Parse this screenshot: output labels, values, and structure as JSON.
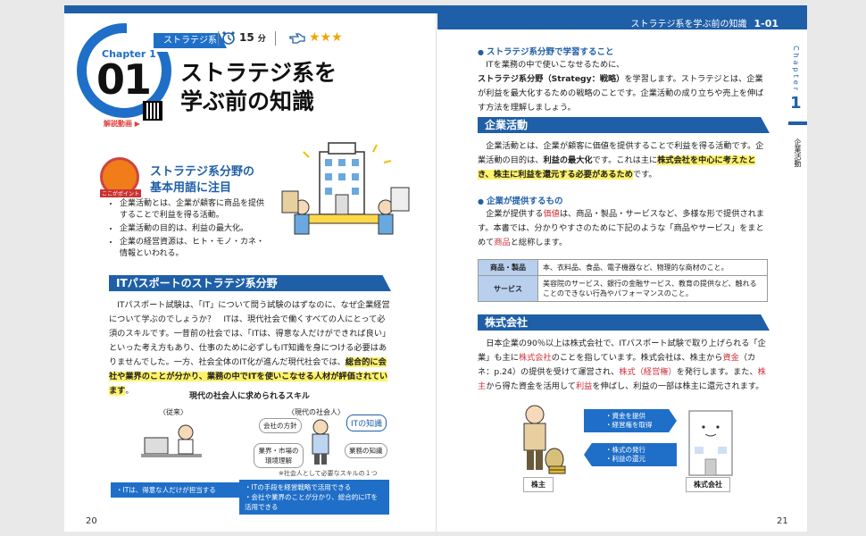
{
  "running_head": {
    "title": "ストラテジ系を学ぶ前の知識",
    "number": "1-01"
  },
  "chapter": {
    "label": "Chapter 1",
    "number": "01",
    "category": "ストラテジ系",
    "title_line1": "ストラテジ系を",
    "title_line2": "学ぶ前の知識",
    "video_label": "解説動画 ▶"
  },
  "meta": {
    "time": "15",
    "time_unit": "分",
    "stars": "★★★",
    "difficulty_stars": 3
  },
  "point": {
    "icon_label": "ここがポイント",
    "title_line1": "ストラテジ系分野の",
    "title_line2": "基本用語に注目",
    "bullets": [
      "企業活動とは、企業が顧客に商品を提供することで利益を得る活動。",
      "企業活動の目的は、利益の最大化。",
      "企業の経営資源は、ヒト・モノ・カネ・情報といわれる。"
    ]
  },
  "section1": {
    "title": "ITパスポートのストラテジ系分野",
    "p1": "ITパスポート試験は、「IT」について問う試験のはずなのに、なぜ企業経営について学ぶのでしょうか？　ITは、現代社会で働くすべての人にとって必須のスキルです。一昔前の社会では、「ITは、得意な人だけができれば良い」といった考え方もあり、仕事のために必ずしもIT知識を身につける必要はありませんでした。一方、社会全体のIT化が進んだ現代社会では、",
    "p1_mark": "総合的に会社や業界のことが分かり、業務の中でITを使いこなせる人材が評価されています",
    "p1_end": "。"
  },
  "diagram": {
    "title": "現代の社会人に求められるスキル",
    "past_label": "〈従来〉",
    "now_label": "〈現代の社会人〉",
    "skill_company": "会社の方針",
    "skill_it": "ITの知識",
    "skill_market": "業界・市場の環境理解",
    "skill_business": "業務の知識",
    "note": "※社会人として必要なスキルの１つ",
    "past_box": "・ITは、得意な人だけが担当する",
    "now_box_1": "・ITの手段を経営戦略で活用できる",
    "now_box_2": "・会社や業界のことが分かり、総合的にITを活用できる"
  },
  "page_left": "20",
  "page_right": "21",
  "right": {
    "sub1": "ストラテジ系分野で学習すること",
    "sub1_text_a": "ITを業務の中で使いこなせるために、",
    "sub1_text_b": "ストラテジ系分野（Strategy：戦略）",
    "sub1_text_c": "を学習します。ストラテジとは、企業が利益を最大化するための戦略のことです。企業活動の成り立ちや売上を伸ばす方法を理解しましょう。",
    "sec2_title": "企業活動",
    "sec2_text_a": "企業活動とは、企業が顧客に価値を提供することで利益を得る活動です。企業活動の目的は、",
    "sec2_bold": "利益の最大化",
    "sec2_text_b": "です。これは主に",
    "sec2_mark": "株式会社を中心に考えたとき、株主に利益を還元する必要があるため",
    "sec2_text_c": "です。",
    "sub2": "企業が提供するもの",
    "sub2_text_a": "企業が提供する",
    "sub2_red1": "価値",
    "sub2_text_b": "は、商品・製品・サービスなど、多様な形で提供されます。本書では、分かりやすさのために下記のような「商品やサービス」をまとめて",
    "sub2_red2": "商品",
    "sub2_text_c": "と総称します。",
    "table": [
      {
        "head": "商品・製品",
        "body": "本、衣料品、食品、電子機器など、物理的な商材のこと。"
      },
      {
        "head": "サービス",
        "body": "美容院のサービス、銀行の金融サービス、教育の提供など、触れることのできない行為やパフォーマンスのこと。"
      }
    ],
    "sec3_title": "株式会社",
    "sec3_text_a": "日本企業の90％以上は株式会社で、ITパスポート試験で取り上げられる「企業」も主に",
    "sec3_red1": "株式会社",
    "sec3_text_b": "のことを指しています。株式会社は、株主から",
    "sec3_red2": "資金",
    "sec3_text_c": "（カネ：p.24）の提供を受けて運営され、",
    "sec3_red3": "株式（経営権）",
    "sec3_text_d": "を発行します。また、",
    "sec3_red4": "株主",
    "sec3_text_e": "から得た資金を活用して",
    "sec3_red5": "利益",
    "sec3_text_f": "を伸ばし、利益の一部は株主に還元されます。",
    "flow_right_1": "・資金を提供",
    "flow_right_2": "・経営権を取得",
    "flow_left_1": "・株式の発行",
    "flow_left_2": "・利益の還元",
    "shareholder": "株主",
    "company": "株式会社",
    "side_chapter": "Chapter",
    "side_num": "1",
    "side_sub": "企業活動"
  },
  "colors": {
    "accent": "#1f5fa8",
    "highlight": "#fff36a",
    "red": "#d0303a"
  }
}
